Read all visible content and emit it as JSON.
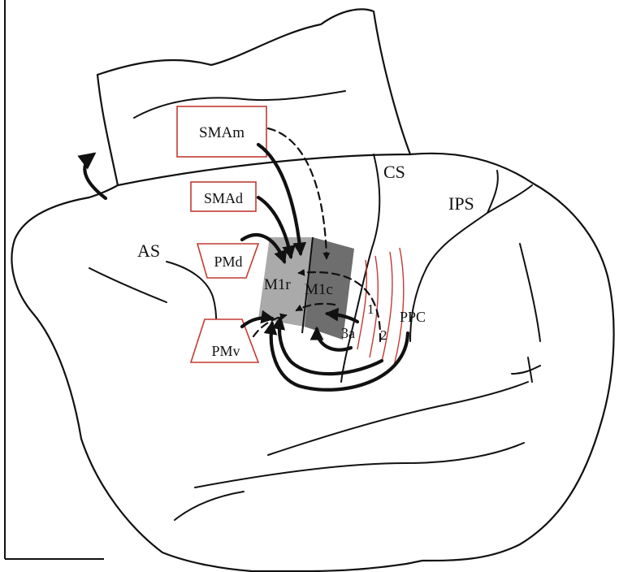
{
  "labels": {
    "smam": "SMAm",
    "smad": "SMAd",
    "pmd": "PMd",
    "pmv": "PMv",
    "as": "AS",
    "cs": "CS",
    "ips": "IPS",
    "m1r": "M1r",
    "m1c": "M1c",
    "area_3a": "3a",
    "area_1": "1",
    "area_2": "2",
    "ppc": "PPC"
  },
  "colors": {
    "outline": "#111111",
    "area_box": "#c23a33",
    "m1r_fill": "#aaaaaa",
    "m1c_fill": "#6e6e6e"
  }
}
